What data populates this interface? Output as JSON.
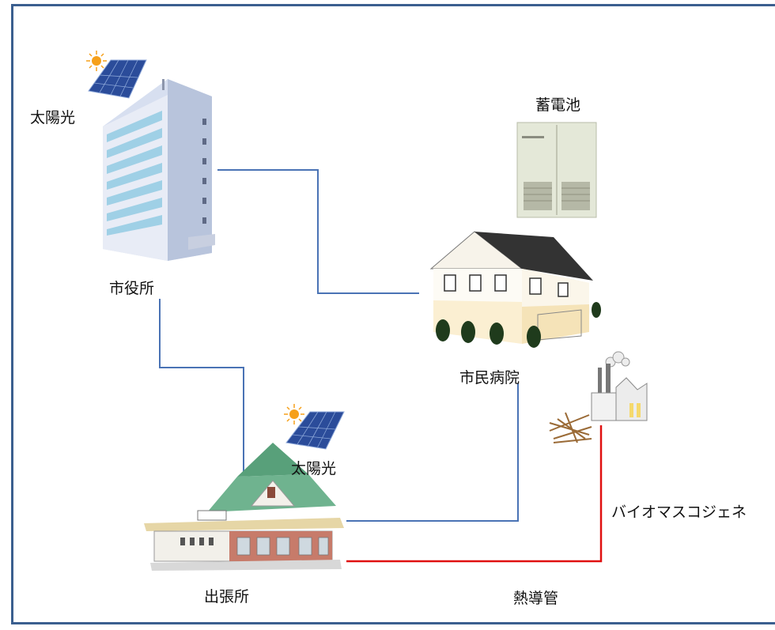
{
  "labels": {
    "solar_top": "太陽光",
    "city_hall": "市役所",
    "battery": "蓄電池",
    "hospital": "市民病院",
    "solar_bottom": "太陽光",
    "branch_office": "出張所",
    "biomass": "バイオマスコジェネ",
    "heat_pipe": "熱導管"
  },
  "colors": {
    "frame": "#3b5f8f",
    "power_line": "#4a73b5",
    "heat_line": "#e01010"
  }
}
